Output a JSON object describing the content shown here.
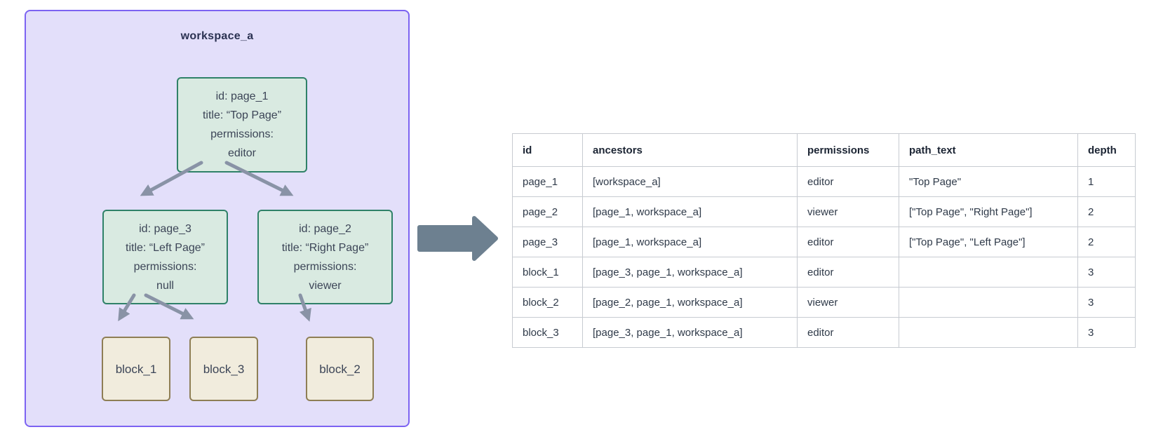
{
  "diagram": {
    "workspace_label": "workspace_a",
    "nodes": {
      "page_1": {
        "lines": [
          "id: page_1",
          "title: “Top Page”",
          "permissions:",
          "editor"
        ]
      },
      "page_3": {
        "lines": [
          "id: page_3",
          "title: “Left Page”",
          "permissions:",
          "null"
        ]
      },
      "page_2": {
        "lines": [
          "id: page_2",
          "title: “Right Page”",
          "permissions:",
          "viewer"
        ]
      },
      "block_1": {
        "label": "block_1"
      },
      "block_3": {
        "label": "block_3"
      },
      "block_2": {
        "label": "block_2"
      }
    },
    "colors": {
      "workspace_bg": "#e3dffa",
      "workspace_border": "#7c63f2",
      "page_node_bg": "#d9eae1",
      "page_node_border": "#2f8168",
      "block_node_bg": "#f1ecdd",
      "block_node_border": "#8e7e55",
      "connector": "#8993a6",
      "transform_arrow": "#6d8090"
    }
  },
  "table": {
    "columns": [
      "id",
      "ancestors",
      "permissions",
      "path_text",
      "depth"
    ],
    "rows": [
      [
        "page_1",
        "[workspace_a]",
        "editor",
        "\"Top Page\"",
        "1"
      ],
      [
        "page_2",
        "[page_1, workspace_a]",
        "viewer",
        "[\"Top Page\", \"Right Page\"]",
        "2"
      ],
      [
        "page_3",
        "[page_1, workspace_a]",
        "editor",
        "[\"Top Page\", \"Left Page\"]",
        "2"
      ],
      [
        "block_1",
        "[page_3, page_1, workspace_a]",
        "editor",
        "",
        "3"
      ],
      [
        "block_2",
        "[page_2, page_1, workspace_a]",
        "viewer",
        "",
        "3"
      ],
      [
        "block_3",
        "[page_3, page_1, workspace_a]",
        "editor",
        "",
        "3"
      ]
    ]
  }
}
